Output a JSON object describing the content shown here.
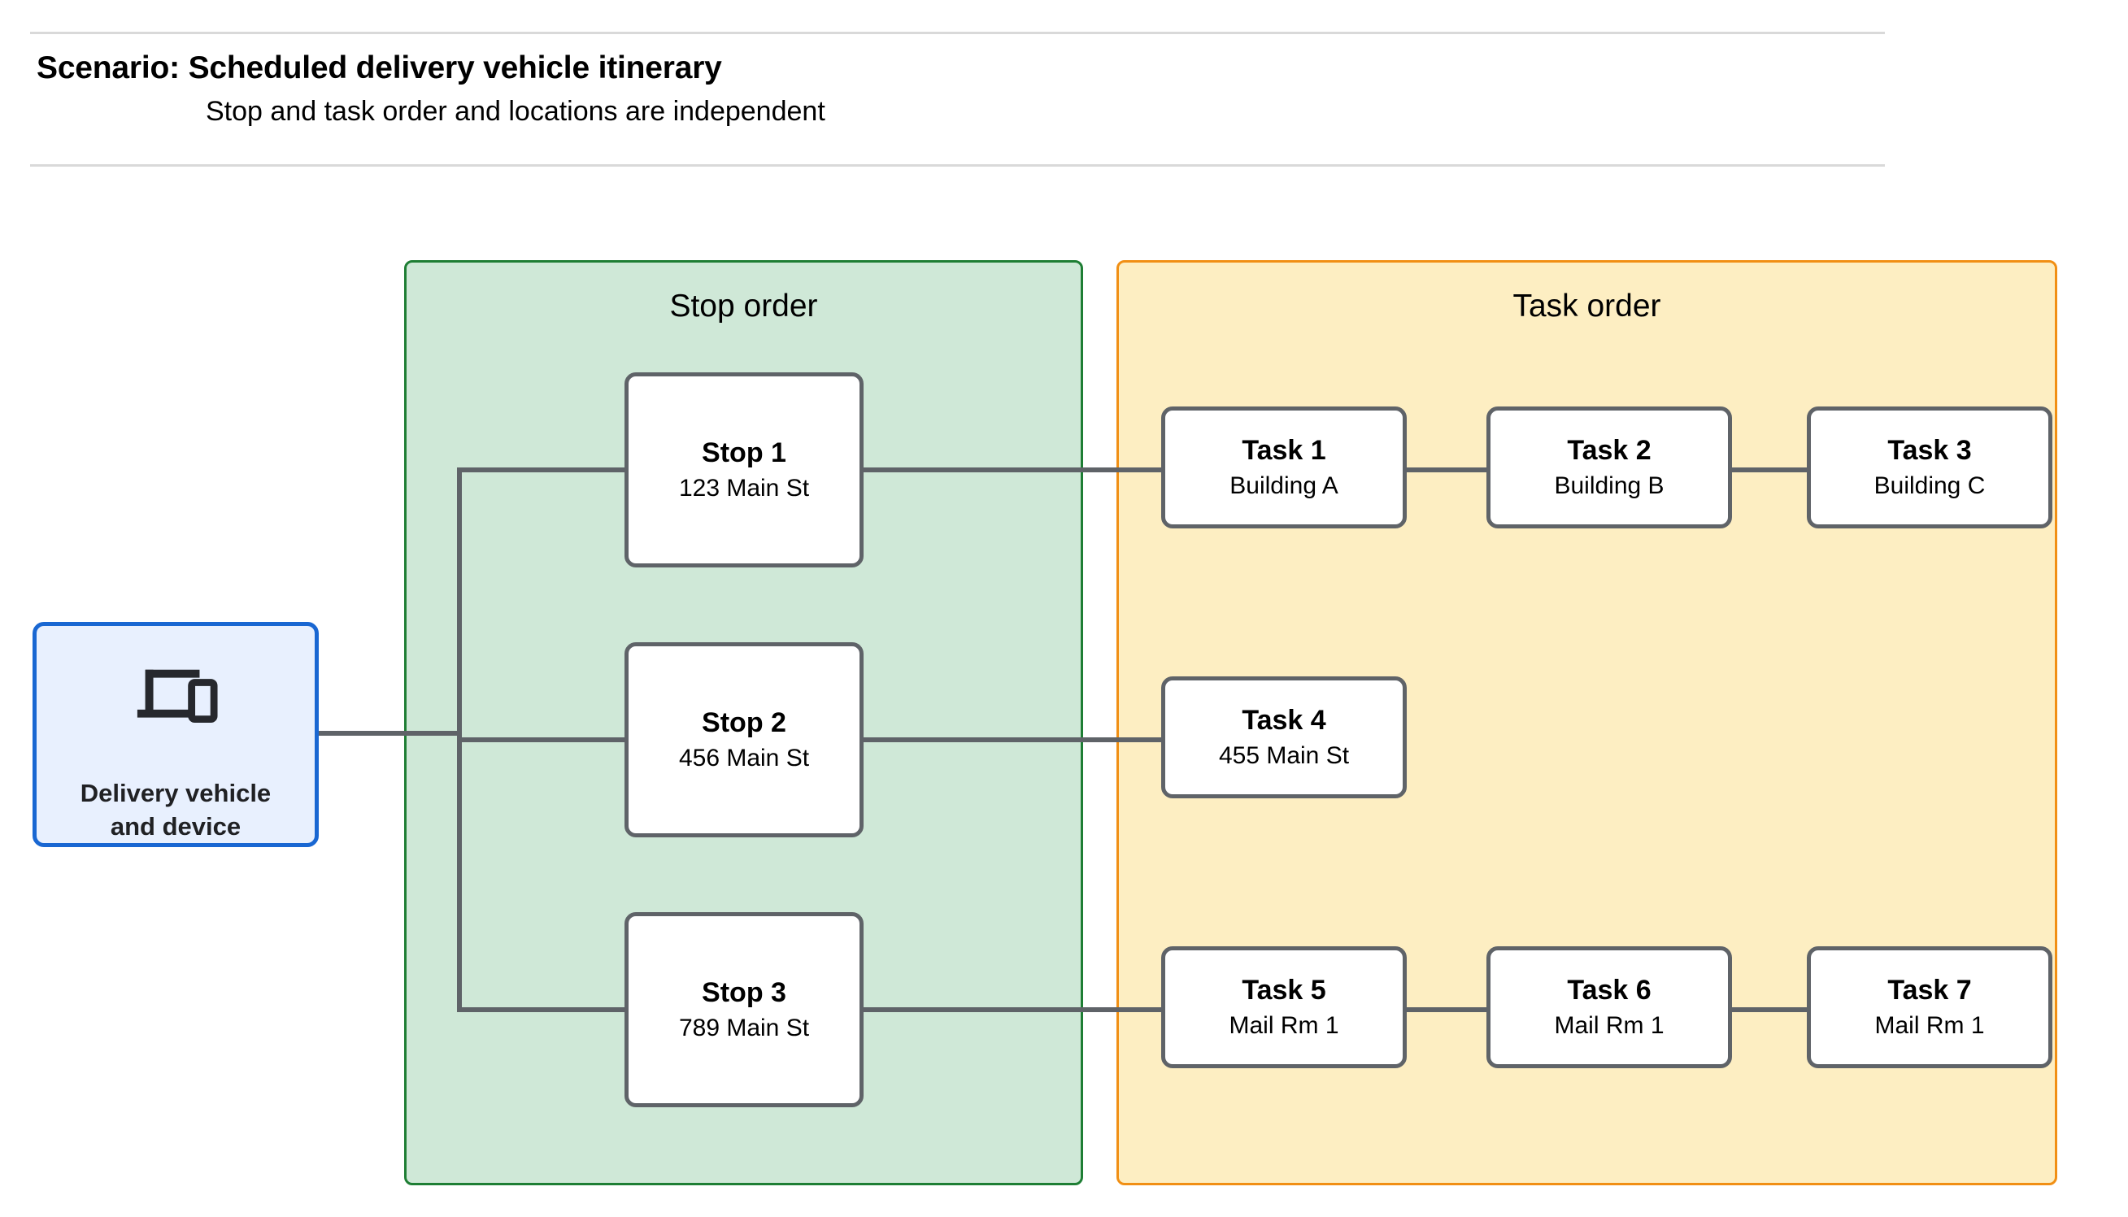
{
  "header": {
    "title": "Scenario: Scheduled delivery vehicle itinerary",
    "subtitle": "Stop and task order and locations are independent"
  },
  "vehicle": {
    "label": "Delivery vehicle\nand device",
    "icon": "devices-icon",
    "border_color": "#1967d2",
    "fill_color": "#e8f0fe"
  },
  "panels": {
    "stop": {
      "title": "Stop order",
      "fill_color": "#cfe8d7",
      "border_color": "#1e7e34"
    },
    "task": {
      "title": "Task order",
      "fill_color": "#fdeec2",
      "border_color": "#f18f14"
    }
  },
  "stops": [
    {
      "title": "Stop 1",
      "subtitle": "123 Main St"
    },
    {
      "title": "Stop 2",
      "subtitle": "456 Main St"
    },
    {
      "title": "Stop 3",
      "subtitle": "789 Main St"
    }
  ],
  "tasks": [
    {
      "title": "Task 1",
      "subtitle": "Building A"
    },
    {
      "title": "Task 2",
      "subtitle": "Building B"
    },
    {
      "title": "Task 3",
      "subtitle": "Building C"
    },
    {
      "title": "Task 4",
      "subtitle": "455 Main St"
    },
    {
      "title": "Task 5",
      "subtitle": "Mail Rm 1"
    },
    {
      "title": "Task 6",
      "subtitle": "Mail Rm 1"
    },
    {
      "title": "Task 7",
      "subtitle": "Mail Rm 1"
    }
  ],
  "colors": {
    "connector": "#5f6368",
    "node_border": "#5f6368",
    "divider": "#d9d9d9"
  }
}
